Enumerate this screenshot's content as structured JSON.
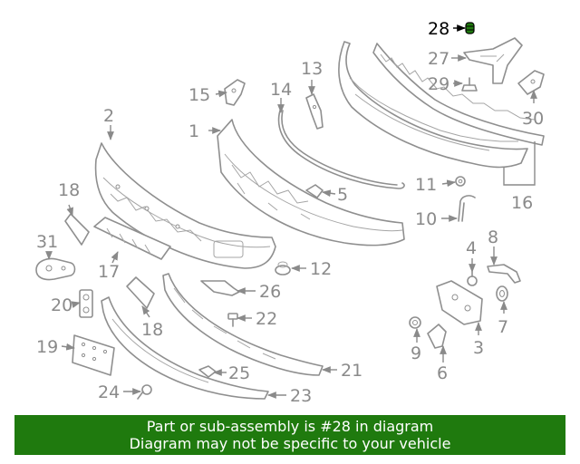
{
  "callouts": {
    "c1": "1",
    "c2": "2",
    "c3": "3",
    "c4": "4",
    "c5": "5",
    "c6": "6",
    "c7": "7",
    "c8": "8",
    "c9": "9",
    "c10": "10",
    "c11": "11",
    "c12": "12",
    "c13": "13",
    "c14": "14",
    "c15": "15",
    "c16": "16",
    "c17": "17",
    "c18a": "18",
    "c18b": "18",
    "c19": "19",
    "c20": "20",
    "c21": "21",
    "c22": "22",
    "c23": "23",
    "c24": "24",
    "c25": "25",
    "c26": "26",
    "c27": "27",
    "c28": "28",
    "c29": "29",
    "c30": "30",
    "c31": "31"
  },
  "highlighted_part": "28",
  "colors": {
    "banner_background": "#1f7a0e",
    "banner_text": "#ffffff",
    "highlight_part": "#1f7a0e",
    "line_art": "#8f8f8f"
  },
  "banner": {
    "line1": "Part or sub-assembly is #28 in diagram",
    "line2": "Diagram may not be specific to your vehicle"
  }
}
